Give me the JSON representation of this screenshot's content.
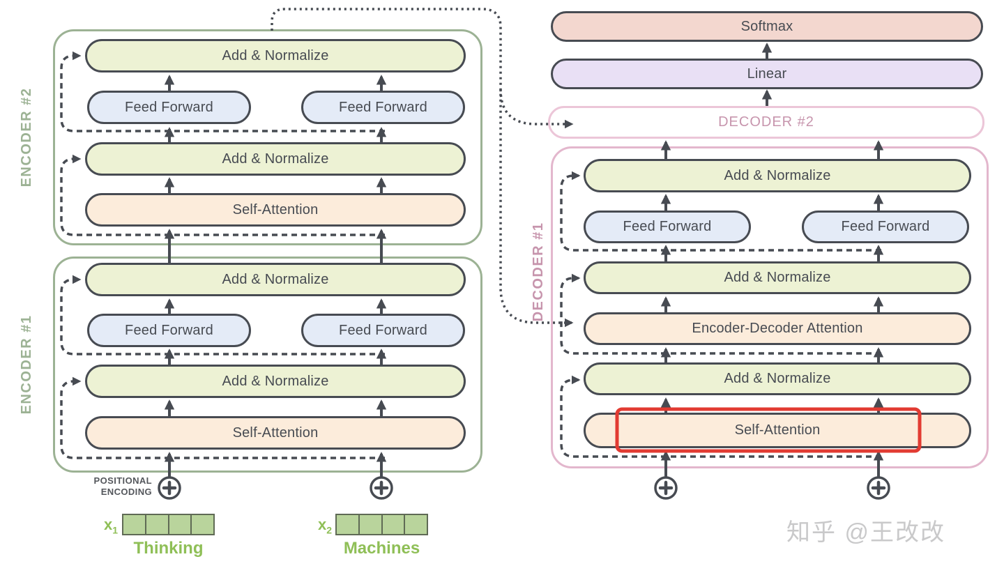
{
  "colors": {
    "outline_dark": "#474b52",
    "encoder_green": "#9cb294",
    "decoder_pink": "#e3b7cd",
    "decoder_label_pink": "#c795ad",
    "add_normalize_fill": "#edf2d4",
    "feed_forward_fill": "#e4ebf7",
    "attention_fill": "#fcecdb",
    "softmax_fill": "#f3d7cf",
    "linear_fill": "#e9e0f5",
    "highlight_red": "#e23b32",
    "embedding_green_fill": "#b9d49c",
    "word_green": "#8fbf57",
    "watermark_gray": "#c9c9ca"
  },
  "encoder_stack": {
    "encoders": [
      {
        "label": "ENCODER #2",
        "add_normalize_top": "Add & Normalize",
        "feed_forward_left": "Feed Forward",
        "feed_forward_right": "Feed Forward",
        "add_normalize_mid": "Add & Normalize",
        "self_attention": "Self-Attention"
      },
      {
        "label": "ENCODER #1",
        "add_normalize_top": "Add & Normalize",
        "feed_forward_left": "Feed Forward",
        "feed_forward_right": "Feed Forward",
        "add_normalize_mid": "Add & Normalize",
        "self_attention": "Self-Attention"
      }
    ],
    "positional_encoding": {
      "line1": "POSITIONAL",
      "line2": "ENCODING"
    },
    "embeddings": [
      {
        "symbol": "x",
        "subscript": "1",
        "word": "Thinking",
        "cells": 4
      },
      {
        "symbol": "x",
        "subscript": "2",
        "word": "Machines",
        "cells": 4
      }
    ]
  },
  "decoder_stack": {
    "softmax": "Softmax",
    "linear": "Linear",
    "decoder2": {
      "label": "DECODER #2"
    },
    "decoder1": {
      "label": "DECODER #1",
      "add_normalize_top": "Add & Normalize",
      "feed_forward_left": "Feed Forward",
      "feed_forward_right": "Feed Forward",
      "add_normalize_mid": "Add & Normalize",
      "encoder_decoder_attention": "Encoder-Decoder Attention",
      "add_normalize_low": "Add & Normalize",
      "self_attention": "Self-Attention",
      "self_attention_highlighted": true
    }
  },
  "watermark": "知乎 @王改改"
}
